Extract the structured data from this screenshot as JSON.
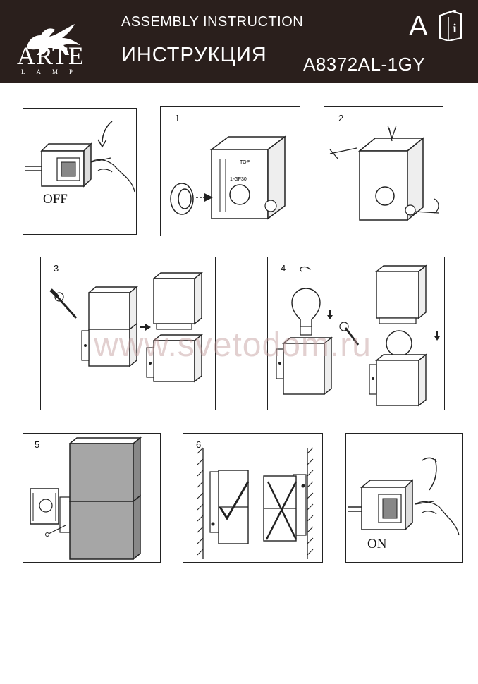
{
  "header": {
    "brand": "ARTE",
    "brand_sub": "LAMP",
    "title_en": "ASSEMBLY INSTRUCTION",
    "title_ru": "ИНСТРУКЦИЯ",
    "model_code": "A8372AL-1GY",
    "version_letter": "A",
    "info_icon": "info-book-icon",
    "info_glyph": "i"
  },
  "steps": [
    {
      "number": "",
      "caption": "OFF"
    },
    {
      "number": "1"
    },
    {
      "number": "2"
    },
    {
      "number": "3"
    },
    {
      "number": "4"
    },
    {
      "number": "5"
    },
    {
      "number": "6"
    },
    {
      "number": "",
      "caption": "ON"
    }
  ],
  "labels": {
    "box_marking": "1-GF30",
    "top_marking": "TOP"
  },
  "watermark": "www.svetodom.ru",
  "colors": {
    "header_bg": "#2a1f1c",
    "lamp_fill": "#a6a6a6",
    "line": "#222222"
  }
}
